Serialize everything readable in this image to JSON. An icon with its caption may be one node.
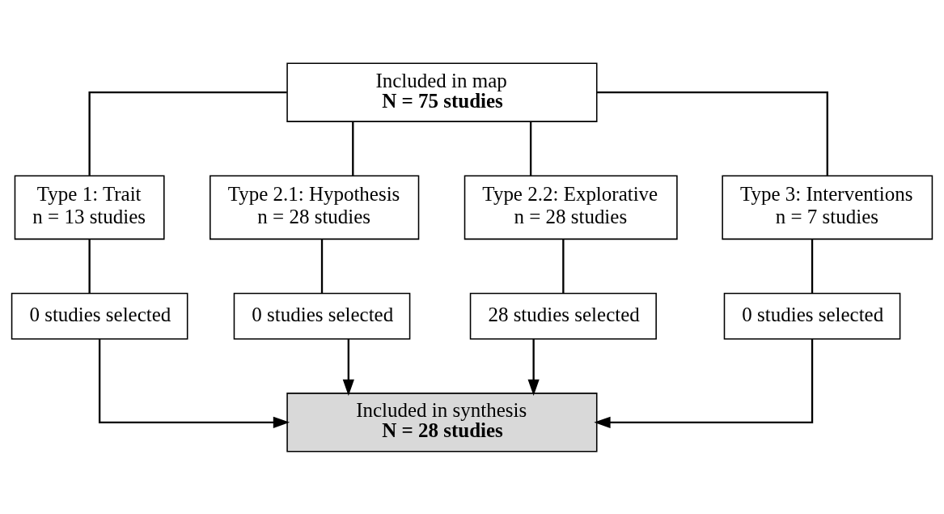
{
  "diagram": {
    "nodes": [
      {
        "text": [
          "Included in map",
          "N = 75 studies"
        ]
      },
      {
        "text": [
          "Type 1: Trait",
          "n = 13 studies"
        ]
      },
      {
        "text": [
          "Type 2.1: Hypothesis",
          "n = 28 studies"
        ]
      },
      {
        "text": [
          "Type 2.2: Explorative",
          "n = 28 studies"
        ]
      },
      {
        "text": [
          "Type 3: Interventions",
          "n = 7 studies"
        ]
      },
      {
        "text": [
          "0 studies selected"
        ]
      },
      {
        "text": [
          "0 studies selected"
        ]
      },
      {
        "text": [
          "28 studies selected"
        ]
      },
      {
        "text": [
          "0 studies selected"
        ]
      },
      {
        "text": [
          "Included in synthesis",
          "N = 28 studies"
        ]
      }
    ],
    "edges": [
      {
        "from": 0,
        "to": 1,
        "arrow": "none"
      },
      {
        "from": 0,
        "to": 2,
        "arrow": "none"
      },
      {
        "from": 0,
        "to": 3,
        "arrow": "none"
      },
      {
        "from": 0,
        "to": 4,
        "arrow": "none"
      },
      {
        "from": 1,
        "to": 5,
        "arrow": "none"
      },
      {
        "from": 2,
        "to": 6,
        "arrow": "none"
      },
      {
        "from": 3,
        "to": 7,
        "arrow": "none"
      },
      {
        "from": 4,
        "to": 8,
        "arrow": "none"
      },
      {
        "from": 5,
        "to": 9,
        "arrow": "to"
      },
      {
        "from": 6,
        "to": 9,
        "arrow": "to"
      },
      {
        "from": 7,
        "to": 9,
        "arrow": "to"
      },
      {
        "from": 8,
        "to": 9,
        "arrow": "to"
      }
    ]
  }
}
